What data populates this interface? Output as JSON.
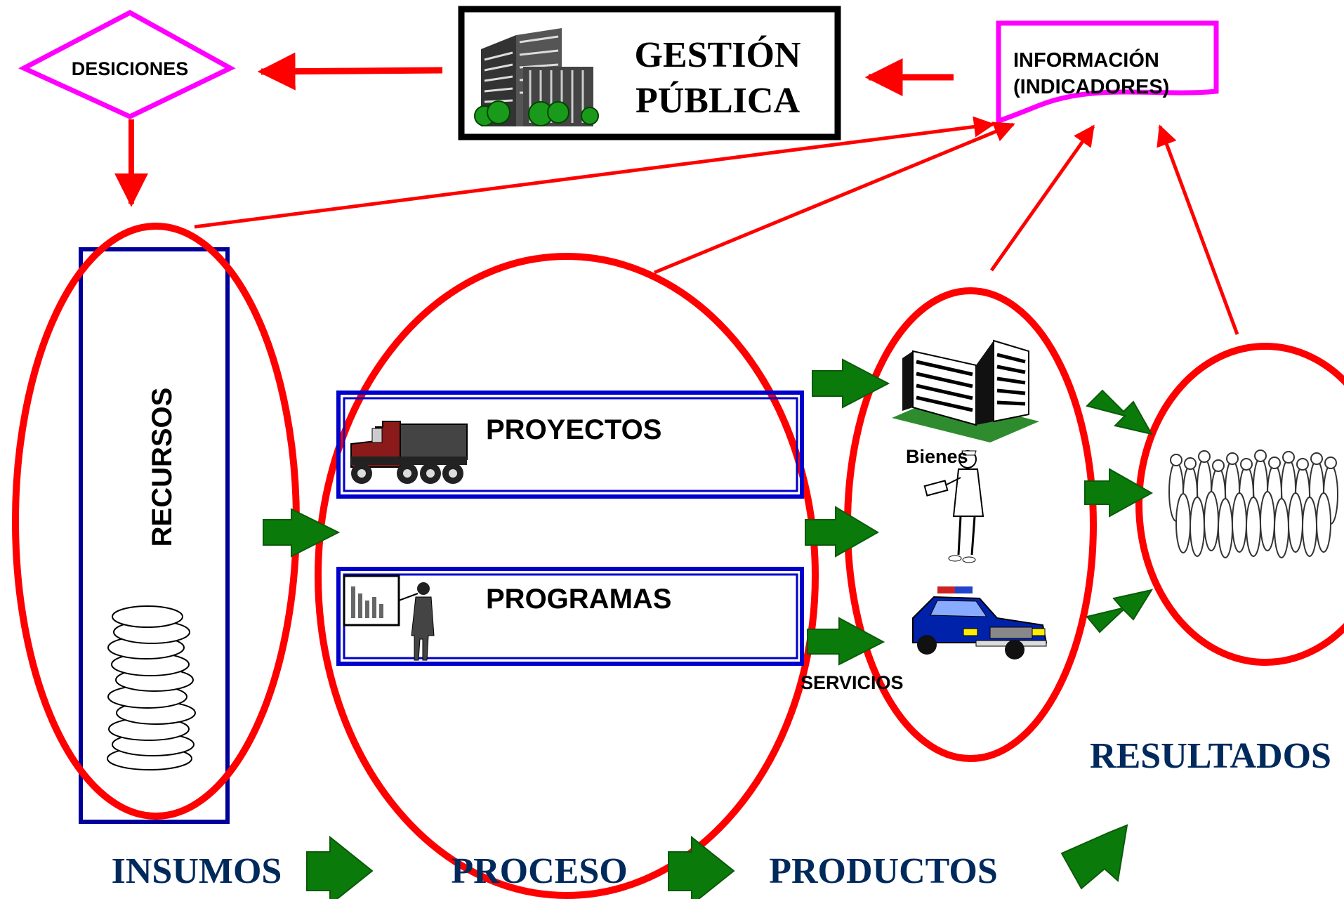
{
  "colors": {
    "red": "#ff0000",
    "blue_box": "#0000cc",
    "navy_box": "#000099",
    "magenta": "#ff00ff",
    "green_arrow": "#0a7a0a",
    "navy_text": "#002a5c",
    "black": "#000000"
  },
  "header": {
    "gestion_line1": "GESTIÓN",
    "gestion_line2": "PÚBLICA",
    "desiciones": "DESICIONES",
    "informacion_line1": "INFORMACIÓN",
    "informacion_line2": "(INDICADORES)"
  },
  "boxes": {
    "recursos": "RECURSOS",
    "proyectos": "PROYECTOS",
    "programas": "PROGRAMAS"
  },
  "outputs": {
    "bienes": "Bienes",
    "servicios": "SERVICIOS"
  },
  "stages": {
    "insumos": "INSUMOS",
    "proceso": "PROCESO",
    "productos": "PRODUCTOS",
    "resultados": "RESULTADOS"
  },
  "icons": [
    "office-building-icon",
    "truck-icon",
    "presenter-icon",
    "coins-icon",
    "building-icon",
    "nurse-icon",
    "police-car-icon",
    "crowd-icon"
  ]
}
